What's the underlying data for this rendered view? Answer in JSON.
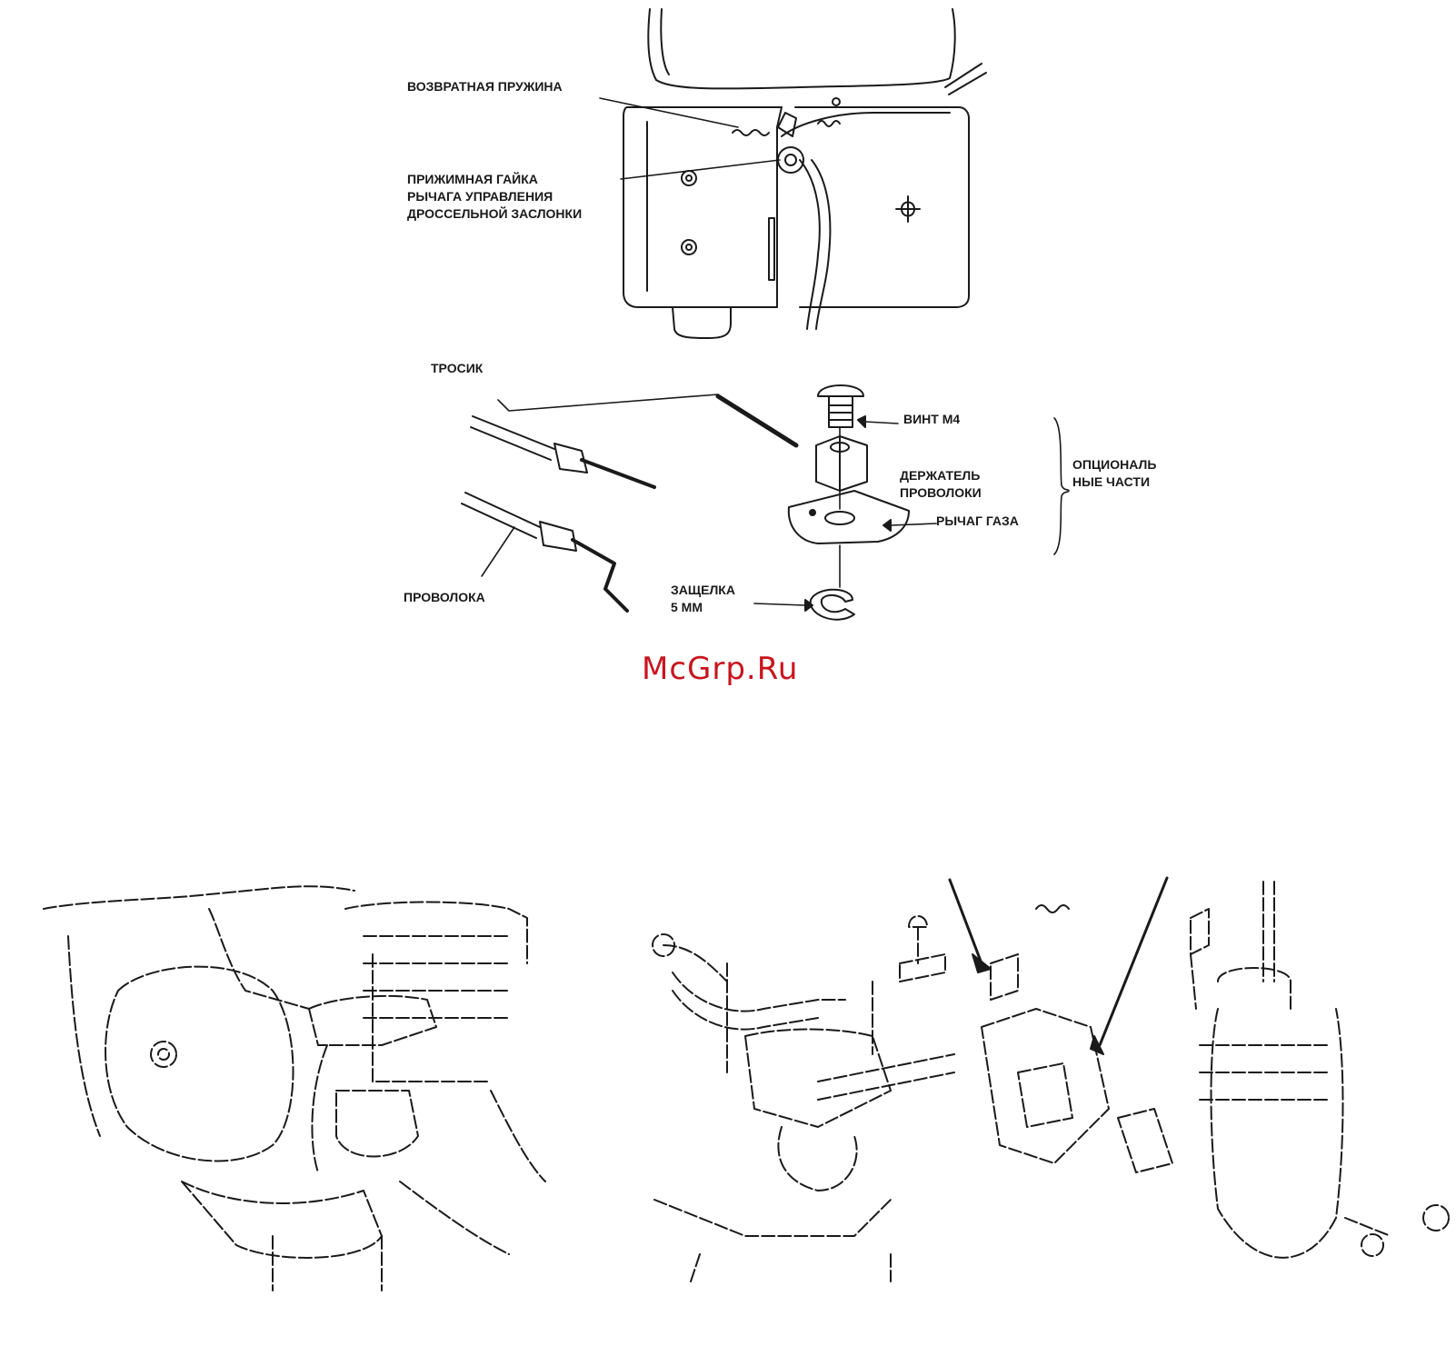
{
  "labels": {
    "return_spring": "ВОЗВРАТНАЯ ПРУЖИНА",
    "clamp_nut": [
      "ПРИЖИМНАЯ ГАЙКА",
      "РЫЧАГА УПРАВЛЕНИЯ",
      "ДРОССЕЛЬНОЙ ЗАСЛОНКИ"
    ],
    "cable": "ТРОСИК",
    "screw": "ВИНТ М4",
    "wire_holder": [
      "ДЕРЖАТЕЛЬ",
      "ПРОВОЛОКИ"
    ],
    "optional_parts": [
      "ОПЦИОНАЛЬ",
      "НЫЕ ЧАСТИ"
    ],
    "throttle_lever": "РЫЧАГ ГАЗА",
    "wire": "ПРОВОЛОКА",
    "clip": [
      "ЗАЩЕЛКА",
      "5 ММ"
    ]
  },
  "watermark": "McGrp.Ru"
}
